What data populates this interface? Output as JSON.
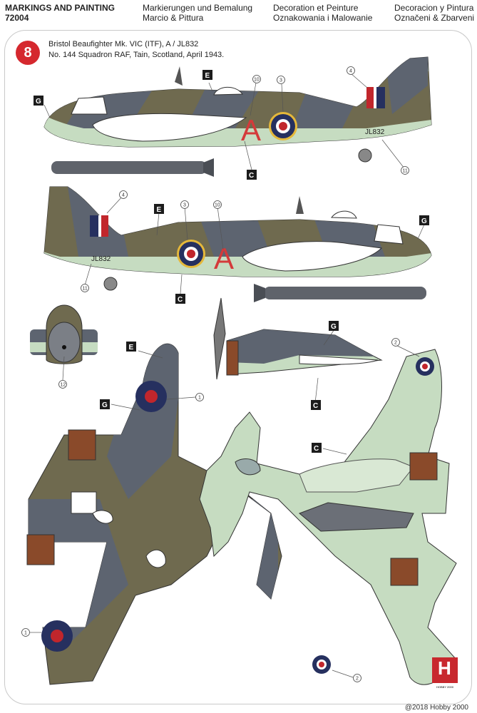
{
  "header": {
    "title": "MARKINGS AND PAINTING",
    "code": "72004",
    "de": "Markierungen und Bemalung",
    "it": "Marcio & Pittura",
    "fr": "Decoration et Peinture",
    "pl": "Oznakowania i Malowanie",
    "es": "Decoracion y Pintura",
    "cz": "Označeni & Zbarveni"
  },
  "scheme": {
    "number": "8",
    "line1": "Bristol Beaufighter Mk. VIC (ITF), A / JL832",
    "line2": "No. 144 Squadron RAF, Tain, Scotland, April 1943."
  },
  "aircraft": {
    "code_letter": "A",
    "serial": "JL832"
  },
  "color_tags": {
    "E": "E",
    "G": "G",
    "C": "C"
  },
  "callouts": {
    "n1": "1",
    "n2": "2",
    "n3": "3",
    "n4": "4",
    "n10": "10",
    "n11": "11",
    "n12": "12"
  },
  "colors": {
    "dark_earth": "#6f6a4f",
    "slate_grey": "#5d6470",
    "sky": "#c6dcc1",
    "roundel_blue": "#26305f",
    "roundel_red": "#c1262c",
    "code_red": "#d43a3a",
    "engine_brown": "#8a4a2a"
  },
  "footer": {
    "copyright": "@2018 Hobby 2000",
    "logo_letter": "H",
    "logo_text": "HOBBY 2000"
  }
}
